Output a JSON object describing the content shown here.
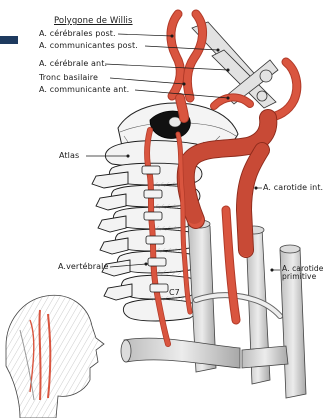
{
  "labels": {
    "title": "Polygone de Willis",
    "cerebrales_post": "A. cérébrales post.",
    "communicantes_post": "A. communicantes post.",
    "cerebrale_ant": "A. cérébrale  ant.",
    "tronc_basilaire": "Tronc basilaire",
    "communicante_ant": "A. communicante ant.",
    "atlas": "Atlas",
    "carotide_int": "A. carotide int.",
    "vertebrale": "A.vertébrale",
    "carotide_primitive_1": "A. carotide",
    "carotide_primitive_2": "primitive",
    "c7": "C7"
  },
  "colors": {
    "artery": "#d9553f",
    "artery_dark": "#b23a28",
    "bone": "#f2f2f2",
    "ink": "#1a1a1a",
    "vein_gray": "#d6d6d6",
    "accent_bar": "#1e3a5f"
  }
}
